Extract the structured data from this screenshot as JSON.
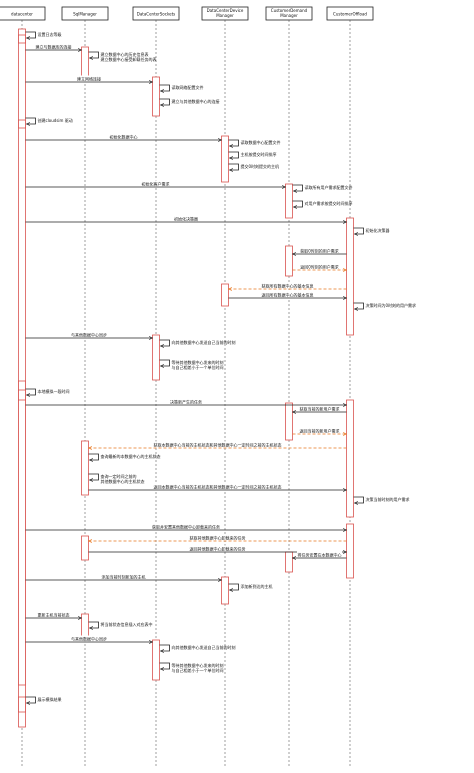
{
  "participants": [
    {
      "id": "dc",
      "label": "datacenter"
    },
    {
      "id": "sql",
      "label": "SqlManager"
    },
    {
      "id": "sock",
      "label": "DataCenterSockets"
    },
    {
      "id": "dev",
      "label": "DataCenterDevice\nManager"
    },
    {
      "id": "cdm",
      "label": "CustomerDemand\nManager"
    },
    {
      "id": "off",
      "label": "CustomerOffload"
    }
  ],
  "messages": [
    {
      "from": "dc",
      "to": "dc",
      "text": "设置日志等级"
    },
    {
      "from": "dc",
      "to": "sql",
      "text": "建立与数据库的连接"
    },
    {
      "from": "sql",
      "to": "sql",
      "text": "建立数据中心的历史信息表\n建立数据中心接受卸载任务的表"
    },
    {
      "from": "dc",
      "to": "sock",
      "text": "建立网络连接"
    },
    {
      "from": "sock",
      "to": "sock",
      "text": "读取网络配置文件"
    },
    {
      "from": "sock",
      "to": "sock",
      "text": "建立与其他数据中心的连接"
    },
    {
      "from": "dc",
      "to": "dc",
      "text": "创建cloudsim 驱动"
    },
    {
      "from": "dc",
      "to": "dev",
      "text": "初始化数据中心"
    },
    {
      "from": "dev",
      "to": "dev",
      "text": "读取数据中心配置文件"
    },
    {
      "from": "dev",
      "to": "dev",
      "text": "主机按提交时间排序"
    },
    {
      "from": "dev",
      "to": "dev",
      "text": "提交0时刻提交的主机"
    },
    {
      "from": "dc",
      "to": "cdm",
      "text": "初始化客户需求"
    },
    {
      "from": "cdm",
      "to": "cdm",
      "text": "读取所有用户需求配置文件"
    },
    {
      "from": "cdm",
      "to": "cdm",
      "text": "对用户需求按提交时间排序"
    },
    {
      "from": "dc",
      "to": "off",
      "text": "初始化决策器"
    },
    {
      "from": "off",
      "to": "off",
      "text": "初始化决策器"
    },
    {
      "from": "off",
      "to": "cdm",
      "text": "获取0时刻的用户需求"
    },
    {
      "from": "cdm",
      "to": "off",
      "text": "返回0时刻的用户需求",
      "dashed": true
    },
    {
      "from": "off",
      "to": "dev",
      "text": "获取所有数据中心的基本信息",
      "dashed": true
    },
    {
      "from": "dev",
      "to": "off",
      "text": "返回所有数据中心的基本信息"
    },
    {
      "from": "off",
      "to": "off",
      "text": "决策时间为0时刻的用户需求"
    },
    {
      "from": "dc",
      "to": "sock",
      "text": "与其他数据中心同步"
    },
    {
      "from": "sock",
      "to": "sock",
      "text": "向其他数据中心发送自己当前的时刻"
    },
    {
      "from": "sock",
      "to": "sock",
      "text": "等待其他数据中心发来的时刻\n与自己相差小于一个单位时间"
    },
    {
      "from": "dc",
      "to": "dc",
      "text": "本地模拟一段时间"
    },
    {
      "from": "dc",
      "to": "off",
      "text": "决策新产生的任务"
    },
    {
      "from": "off",
      "to": "cdm",
      "text": "获取当前的新用户需求"
    },
    {
      "from": "cdm",
      "to": "off",
      "text": "返回当前的新用户需求",
      "dashed": true
    },
    {
      "from": "off",
      "to": "sql",
      "text": "获取本数据中心当前的主机状态和其他数据中心一定时间之前的主机状态",
      "dashed": true
    },
    {
      "from": "sql",
      "to": "sql",
      "text": "查询最新的本数据中心的主机状态"
    },
    {
      "from": "sql",
      "to": "sql",
      "text": "查询一定时间之前的\n其他数据中心的主机状态"
    },
    {
      "from": "sql",
      "to": "off",
      "text": "返回本数据中心当前的主机状态和其他数据中心一定时间之前的主机状态"
    },
    {
      "from": "off",
      "to": "off",
      "text": "决策当前时刻的用户需求"
    },
    {
      "from": "dc",
      "to": "off",
      "text": "获取并安置其他数据中心卸载来的任务"
    },
    {
      "from": "off",
      "to": "sql",
      "text": "获取其他数据中心卸载来的任务",
      "dashed": true
    },
    {
      "from": "sql",
      "to": "off",
      "text": "返回其他数据中心卸载来的任务"
    },
    {
      "from": "off",
      "to": "cdm",
      "text": "将任务安置在本数据中心"
    },
    {
      "from": "dc",
      "to": "dev",
      "text": "添加当前时刻新加的主机"
    },
    {
      "from": "dev",
      "to": "dev",
      "text": "添加新到达的主机"
    },
    {
      "from": "dc",
      "to": "sql",
      "text": "更新主机当前状态"
    },
    {
      "from": "sql",
      "to": "sql",
      "text": "将当前状态信息插入对应表中"
    },
    {
      "from": "dc",
      "to": "sock",
      "text": "与其他数据中心同步"
    },
    {
      "from": "sock",
      "to": "sock",
      "text": "向其他数据中心发送自己当前的时刻"
    },
    {
      "from": "sock",
      "to": "sock",
      "text": "等待其他数据中心发来的时刻\n与自己相差小于一个单位时间"
    },
    {
      "from": "dc",
      "to": "dc",
      "text": "展示模拟结果"
    }
  ],
  "colors": {
    "line": "#222222",
    "lifeline": "#888888",
    "activation_stroke": "#d9534f",
    "activation_fill": "#ffffff",
    "dashed_arrow": "#e8761d",
    "text": "#111111"
  }
}
